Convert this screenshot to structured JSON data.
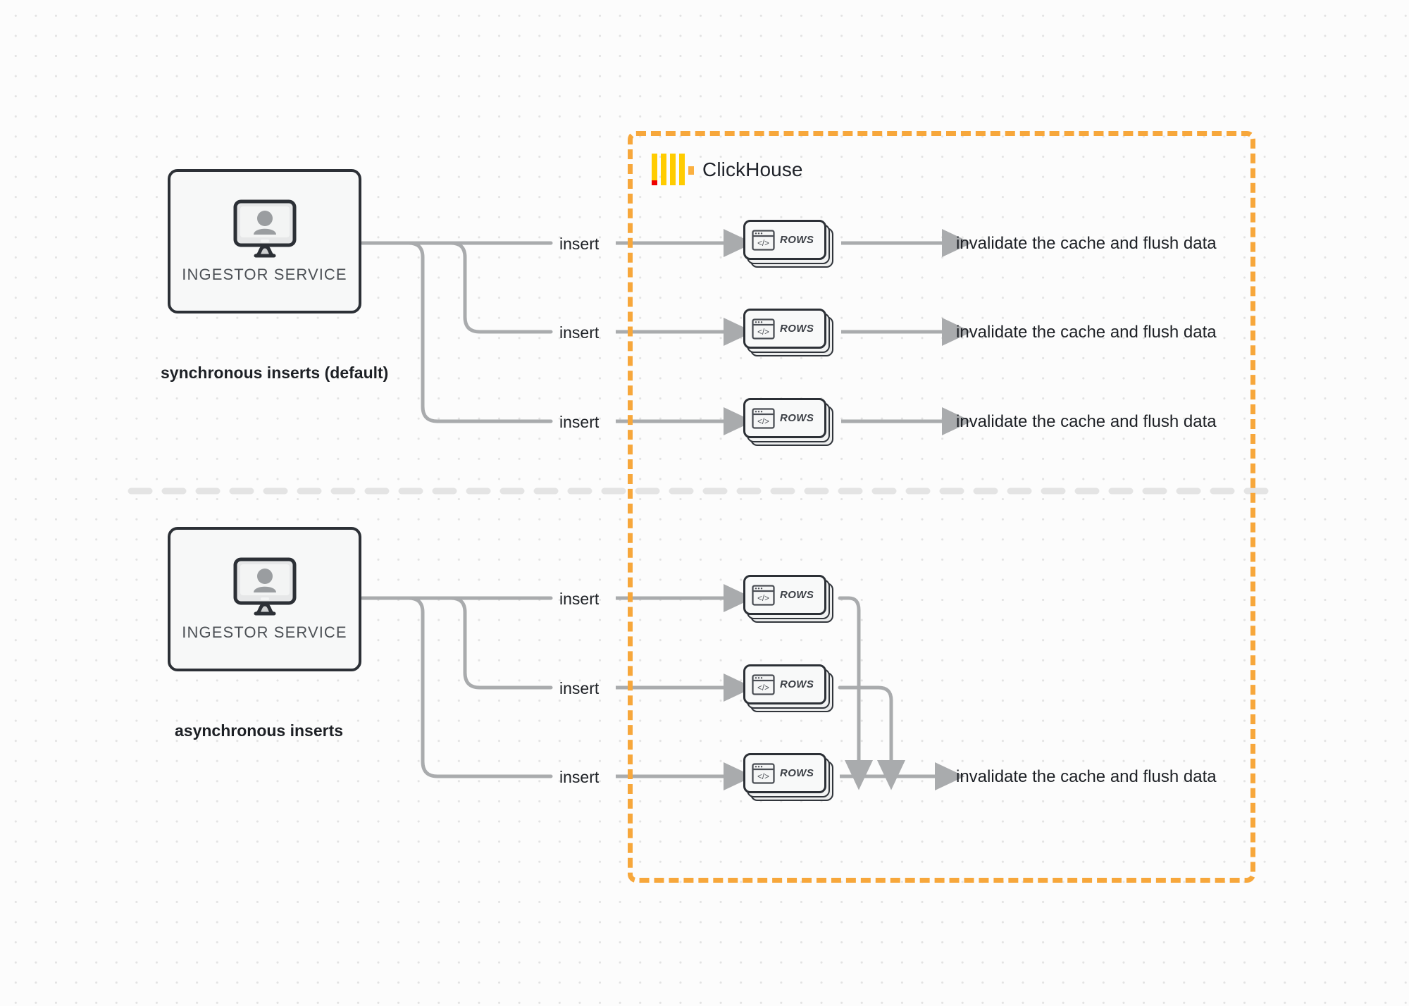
{
  "diagram": {
    "title": "ClickHouse synchronous vs asynchronous inserts",
    "colors": {
      "boundary": "#f7a73b",
      "logo_yellow": "#ffcc00",
      "logo_orange": "#fbb040",
      "logo_red": "#ef0000",
      "edge": "#a9abad",
      "node_stroke": "#2c3036",
      "node_fill": "#f8f9f9",
      "text": "#1d2025"
    },
    "boundary": {
      "label": "ClickHouse",
      "logo_icon": "clickhouse-logo-icon",
      "style": "dashed"
    },
    "divider": {
      "icon": "dashed-divider"
    },
    "sections": [
      {
        "id": "synchronous",
        "caption": "synchronous inserts (default)",
        "source": {
          "label": "INGESTOR SERVICE",
          "icon": "monitor-user-icon"
        },
        "edges": [
          {
            "label": "insert",
            "target": "ROWS",
            "output": "invalidate the cache and flush data"
          },
          {
            "label": "insert",
            "target": "ROWS",
            "output": "invalidate the cache and flush data"
          },
          {
            "label": "insert",
            "target": "ROWS",
            "output": "invalidate the cache and flush data"
          }
        ],
        "node_label": "ROWS",
        "node_icon": "code-window-icon"
      },
      {
        "id": "asynchronous",
        "caption": "asynchronous inserts",
        "source": {
          "label": "INGESTOR SERVICE",
          "icon": "monitor-user-icon"
        },
        "edges": [
          {
            "label": "insert",
            "target": "ROWS",
            "output": ""
          },
          {
            "label": "insert",
            "target": "ROWS",
            "output": ""
          },
          {
            "label": "insert",
            "target": "ROWS",
            "output": "invalidate the cache and flush data"
          }
        ],
        "node_label": "ROWS",
        "node_icon": "code-window-icon",
        "merged_output": "invalidate the cache and flush data"
      }
    ]
  }
}
